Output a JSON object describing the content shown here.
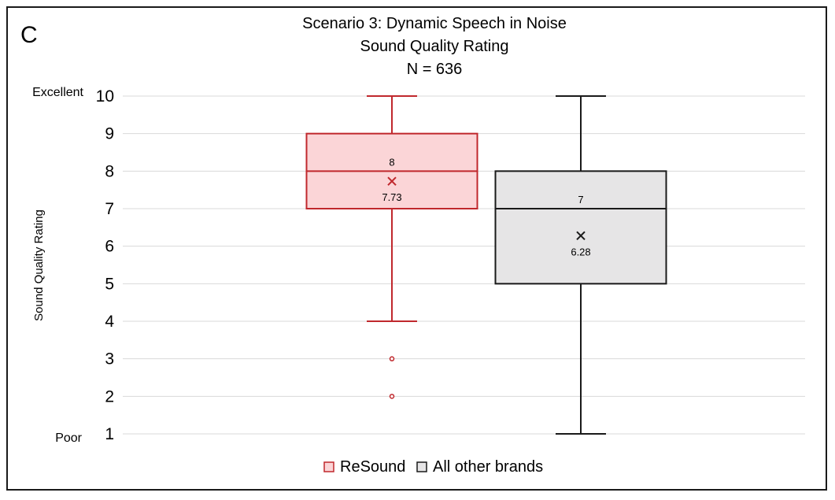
{
  "panel_label": "C",
  "chart_data": {
    "type": "boxplot",
    "title_lines": [
      "Scenario 3: Dynamic Speech in Noise",
      "Sound Quality Rating",
      "N = 636"
    ],
    "ylabel": "Sound Quality Rating",
    "ylim": [
      1,
      10
    ],
    "yticks": [
      1,
      2,
      3,
      4,
      5,
      6,
      7,
      8,
      9,
      10
    ],
    "y_end_labels": {
      "top": "Excellent",
      "bottom": "Poor"
    },
    "grid": true,
    "legend_position": "bottom",
    "series": [
      {
        "name": "ReSound",
        "color": "#c0282d",
        "fill": "#fbd5d7",
        "min": 4,
        "q1": 7,
        "median": 8,
        "q3": 9,
        "max": 10,
        "mean": 7.73,
        "median_label": "8",
        "mean_label": "7.73",
        "outliers": [
          3,
          2
        ]
      },
      {
        "name": "All other brands",
        "color": "#1a1a1a",
        "fill": "#e6e5e6",
        "min": 1,
        "q1": 5,
        "median": 7,
        "q3": 8,
        "max": 10,
        "mean": 6.28,
        "median_label": "7",
        "mean_label": "6.28",
        "outliers": []
      }
    ]
  }
}
